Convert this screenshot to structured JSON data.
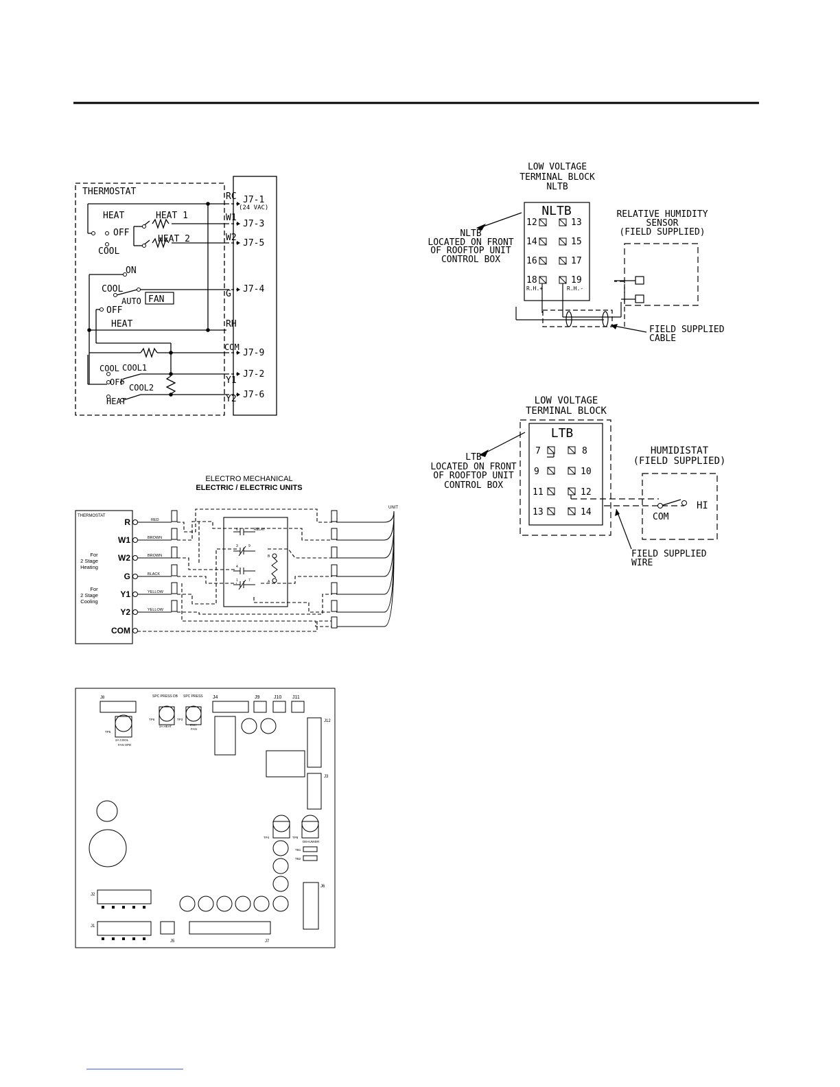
{
  "thermostat_diagram": {
    "box_label": "THERMOSTAT",
    "heat_switch": {
      "heat": "HEAT",
      "off": "OFF",
      "cool": "COOL",
      "heat1": "HEAT 1",
      "heat2": "HEAT 2"
    },
    "fan_switch": {
      "on": "ON",
      "cool": "COOL",
      "auto": "AUTO",
      "fan": "FAN",
      "off": "OFF",
      "heat": "HEAT"
    },
    "cool_switch": {
      "cool": "COOL",
      "cool1": "COOL1",
      "off": "OFF",
      "cool2": "COOL2",
      "heat": "HEAT"
    },
    "terminals": [
      "RC",
      "W1",
      "W2",
      "G",
      "RH",
      "COM",
      "Y1",
      "Y2"
    ],
    "connectors": [
      "J7-1",
      "J7-3",
      "J7-5",
      "J7-4",
      "J7-9",
      "J7-2",
      "J7-6"
    ],
    "voltage_note": "(24 VAC)"
  },
  "electro_diagram": {
    "title_line1": "ELECTRO MECHANICAL",
    "title_line2": "ELECTRIC / ELECTRIC UNITS",
    "box_label": "THERMOSTAT",
    "unit_label": "UNIT",
    "relay_label": "RELAY",
    "terminals": [
      "R",
      "W1",
      "W2",
      "G",
      "Y1",
      "Y2",
      "COM"
    ],
    "wire_colors": [
      "RED",
      "BROWN",
      "BROWN",
      "BLACK",
      "YELLOW",
      "YELLOW"
    ],
    "note_heating": [
      "For",
      "2 Stage",
      "Heating"
    ],
    "note_cooling": [
      "For",
      "2 Stage",
      "Cooling"
    ],
    "relay_pins": [
      "6",
      "3",
      "9",
      "4",
      "1",
      "7",
      "B",
      "A"
    ]
  },
  "board_diagram": {
    "connectors": [
      "J8",
      "J4",
      "J9",
      "J10",
      "J11",
      "J12",
      "J3",
      "J6",
      "J2",
      "J1",
      "J5",
      "J7"
    ],
    "labels": [
      "SPC PRESS DB",
      "SPC PRESS",
      "TP5",
      "2A COOL",
      "FAN SPD",
      "TP6",
      "2A HEAT",
      "TP3",
      "EXH",
      "FAN",
      "TP4",
      "TP8",
      "DEHUMIDR",
      "TB1",
      "TB2"
    ]
  },
  "nltb_diagram": {
    "heading_line1": "LOW VOLTAGE",
    "heading_line2": "TERMINAL BLOCK",
    "heading_line3": "NLTB",
    "block_title": "NLTB",
    "terminals_left": [
      "12",
      "14",
      "16",
      "18"
    ],
    "terminals_right": [
      "13",
      "15",
      "17",
      "19"
    ],
    "rh_plus": "R.H.+",
    "rh_minus": "R.H.-",
    "location_note": [
      "NLTB",
      "LOCATED ON FRONT",
      "OF ROOFTOP UNIT",
      "CONTROL BOX"
    ],
    "sensor_label": [
      "RELATIVE HUMIDITY",
      "SENSOR",
      "(FIELD SUPPLIED)"
    ],
    "cable_label": [
      "FIELD SUPPLIED",
      "CABLE"
    ]
  },
  "ltb_diagram": {
    "heading_line1": "LOW VOLTAGE",
    "heading_line2": "TERMINAL BLOCK",
    "block_title": "LTB",
    "terminals_left": [
      "7",
      "9",
      "11",
      "13"
    ],
    "terminals_right": [
      "8",
      "10",
      "12",
      "14"
    ],
    "location_note": [
      "LTB",
      "LOCATED ON FRONT",
      "OF ROOFTOP UNIT",
      "CONTROL BOX"
    ],
    "humidistat_label": [
      "HUMIDISTAT",
      "(FIELD SUPPLIED)"
    ],
    "com": "COM",
    "hi": "HI",
    "wire_label": [
      "FIELD SUPPLIED",
      "WIRE"
    ]
  }
}
